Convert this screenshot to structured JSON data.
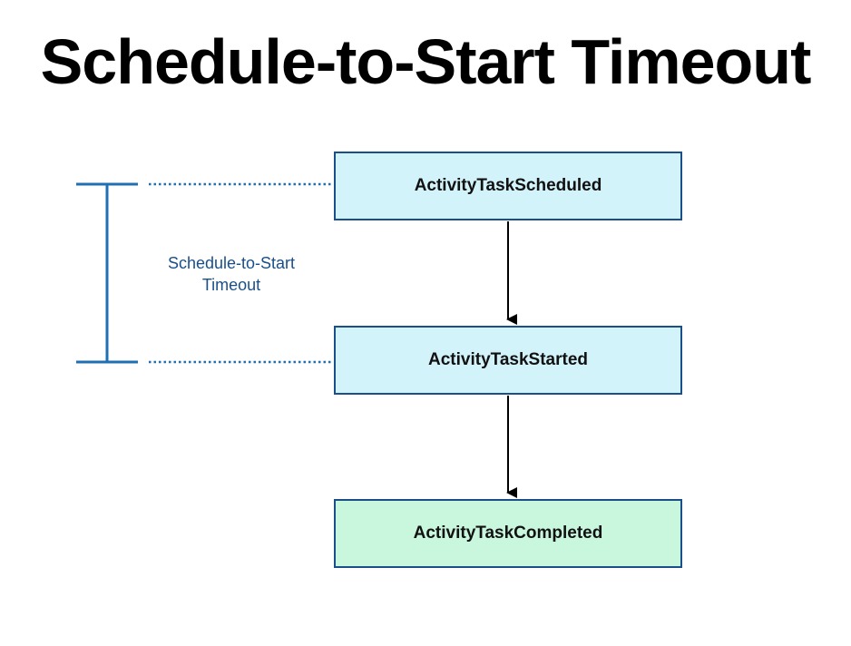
{
  "title": "Schedule-to-Start Timeout",
  "colors": {
    "border": "#1a4f8a",
    "box_blue": "#d3f3fb",
    "box_green": "#c9f7dd",
    "bracket": "#1f6fb3",
    "dotted": "#1f6fb3",
    "arrow": "#000000",
    "label": "#1a4f8a"
  },
  "nodes": [
    {
      "id": "scheduled",
      "label": "ActivityTaskScheduled",
      "fill": "#d3f3fb"
    },
    {
      "id": "started",
      "label": "ActivityTaskStarted",
      "fill": "#d3f3fb"
    },
    {
      "id": "completed",
      "label": "ActivityTaskCompleted",
      "fill": "#c9f7dd"
    }
  ],
  "edges": [
    {
      "from": "scheduled",
      "to": "started"
    },
    {
      "from": "started",
      "to": "completed"
    }
  ],
  "bracket": {
    "from": "scheduled",
    "to": "started",
    "label_lines": [
      "Schedule-to-Start",
      "Timeout"
    ]
  }
}
